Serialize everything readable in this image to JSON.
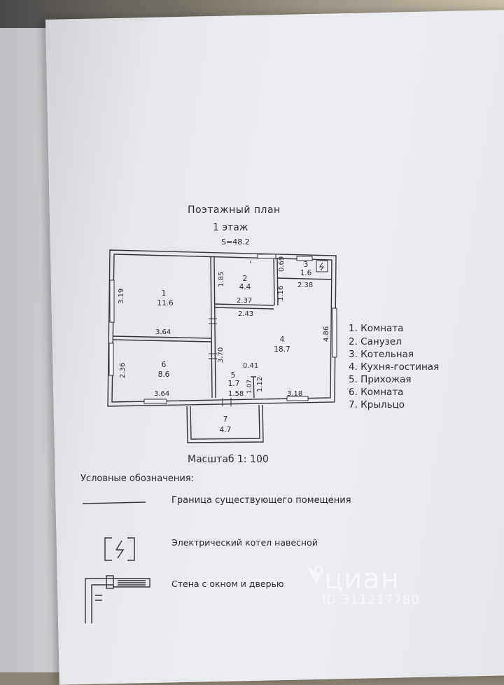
{
  "plan": {
    "title": "Поэтажный план",
    "floor": "1 этаж",
    "total_area": "S=48.2",
    "scale": "Масштаб 1: 100"
  },
  "rooms": [
    {
      "num": "1",
      "area": "11.6"
    },
    {
      "num": "2",
      "area": "4.4"
    },
    {
      "num": "3",
      "area": "1.6"
    },
    {
      "num": "4",
      "area": "18.7"
    },
    {
      "num": "5",
      "area": "1.7"
    },
    {
      "num": "6",
      "area": "8.6"
    },
    {
      "num": "7",
      "area": "4.7"
    }
  ],
  "dimensions": {
    "d319": "3.19",
    "d364a": "3.64",
    "d236": "2.36",
    "d364b": "3.64",
    "d185": "1.85",
    "d237": "2.37",
    "d243": "2.43",
    "d069": "0.69",
    "d238": "2.38",
    "d116": "1.16",
    "d486": "4.86",
    "d370": "3.70",
    "d041": "0.41",
    "d107": "1.07",
    "d112": "1.12",
    "d158": "1.58",
    "d318": "3.18"
  },
  "legend": [
    "1. Комната",
    "2. Санузел",
    "3. Котельная",
    "4. Кухня-гостиная",
    "5. Прихожая",
    "6. Комната",
    "7. Крыльцо"
  ],
  "symbols": {
    "title": "Условные обозначения:",
    "boundary": "Граница существующего помещения",
    "boiler": "Электрический котел навесной",
    "wall": "Стена с окном и дверью"
  },
  "watermark": {
    "brand": "циан",
    "id": "ID 311217780"
  }
}
